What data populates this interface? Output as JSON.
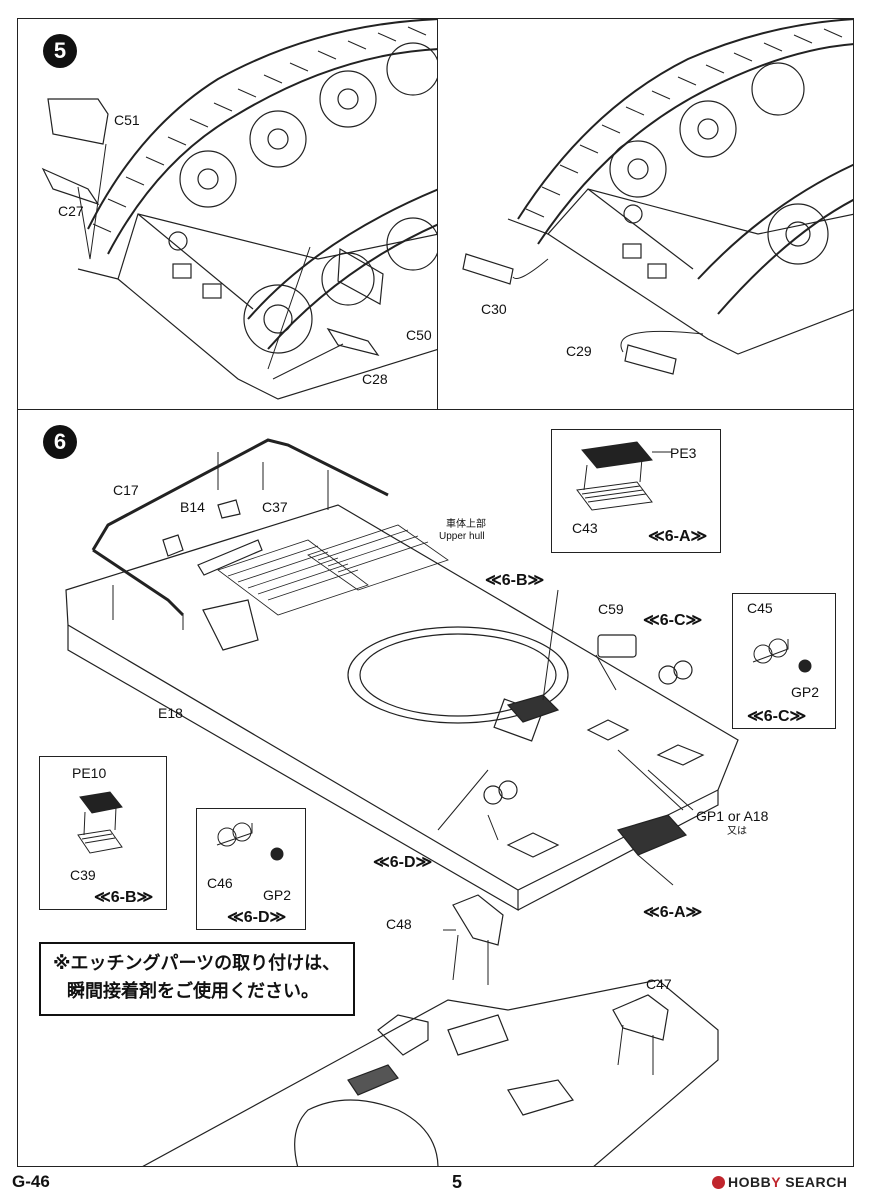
{
  "steps": {
    "step5": {
      "number": "5"
    },
    "step6": {
      "number": "6"
    }
  },
  "step5_labels": {
    "c51": "C51",
    "c27": "C27",
    "c50": "C50",
    "c28": "C28",
    "c30": "C30",
    "c29": "C29"
  },
  "step6_labels": {
    "c17": "C17",
    "b14": "B14",
    "c37": "C37",
    "e18": "E18",
    "upper_hull_jp": "車体上部",
    "upper_hull_en": "Upper hull",
    "ref_6b_main": "≪6-B≫",
    "ref_6c_main": "≪6-C≫",
    "ref_6d_main": "≪6-D≫",
    "ref_6a_main": "≪6-A≫",
    "c59": "C59",
    "gp1_or_a18": "GP1 or A18",
    "gp1_or_a18_jp": "又は",
    "c48": "C48",
    "c47": "C47"
  },
  "insets": {
    "a": {
      "pe": "PE3",
      "part": "C43",
      "ref": "≪6-A≫"
    },
    "b": {
      "pe": "PE10",
      "part": "C39",
      "ref": "≪6-B≫"
    },
    "c": {
      "part": "C45",
      "gp": "GP2",
      "ref": "≪6-C≫"
    },
    "d": {
      "part": "C46",
      "gp": "GP2",
      "ref": "≪6-D≫"
    }
  },
  "note": {
    "line1": "※エッチングパーツの取り付けは、",
    "line2": "瞬間接着剤をご使用ください。"
  },
  "footer": {
    "code": "G-46",
    "page": "5",
    "brand_part1": "HOBB",
    "brand_part2": "Y",
    "brand_part3": " SEARCH"
  }
}
